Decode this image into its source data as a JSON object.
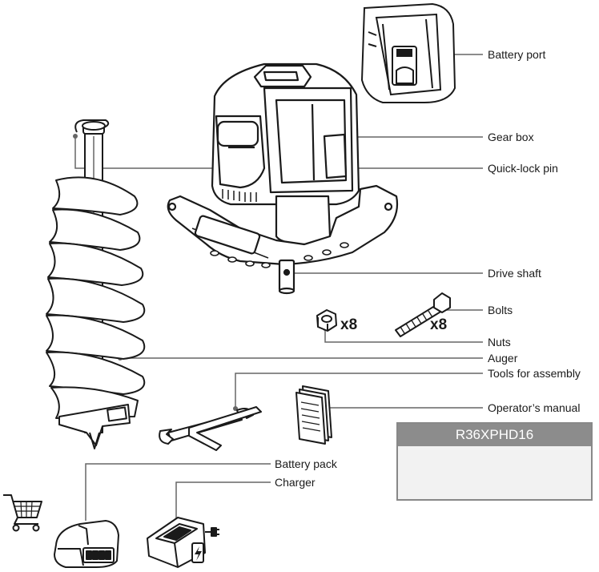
{
  "labels": {
    "battery_port": "Battery port",
    "gear_box": "Gear box",
    "quick_lock_pin": "Quick-lock pin",
    "drive_shaft": "Drive shaft",
    "bolts": "Bolts",
    "nuts": "Nuts",
    "auger": "Auger",
    "tools_for_assembly": "Tools for assembly",
    "operators_manual": "Operator’s manual",
    "battery_pack": "Battery pack",
    "charger": "Charger"
  },
  "quantities": {
    "nuts": "x8",
    "bolts": "x8"
  },
  "model_box": {
    "title": "R36XPHD16"
  },
  "icons": [
    "shopping-cart-icon",
    "battery-icon",
    "charger-icon",
    "plug-icon",
    "lightning-icon"
  ],
  "colors": {
    "line": "#666666",
    "outline": "#1a1a1a",
    "model_header": "#8c8c8c",
    "model_panel": "#f2f2f2"
  }
}
